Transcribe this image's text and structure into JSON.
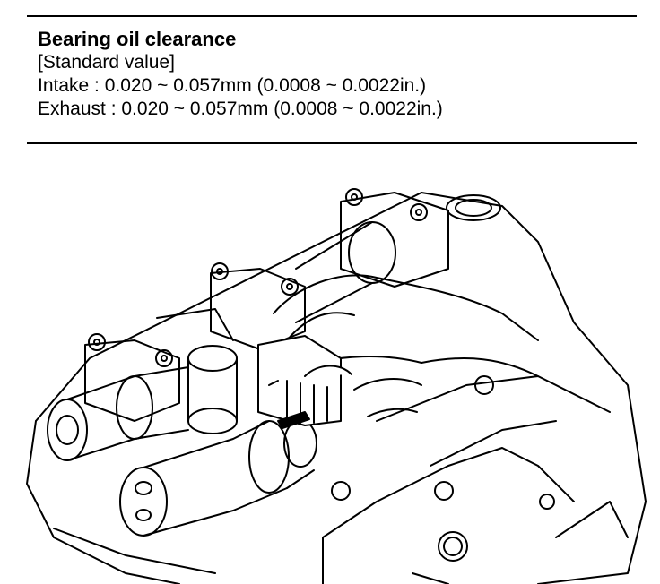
{
  "spec": {
    "title": "Bearing oil clearance",
    "subtitle": "[Standard value]",
    "intake": "Intake : 0.020 ~ 0.057mm (0.0008 ~ 0.0022in.)",
    "exhaust": "Exhaust : 0.020 ~ 0.057mm (0.0008 ~ 0.0022in.)"
  },
  "figure": {
    "ink_color": "#000000",
    "paper_color": "#ffffff"
  }
}
